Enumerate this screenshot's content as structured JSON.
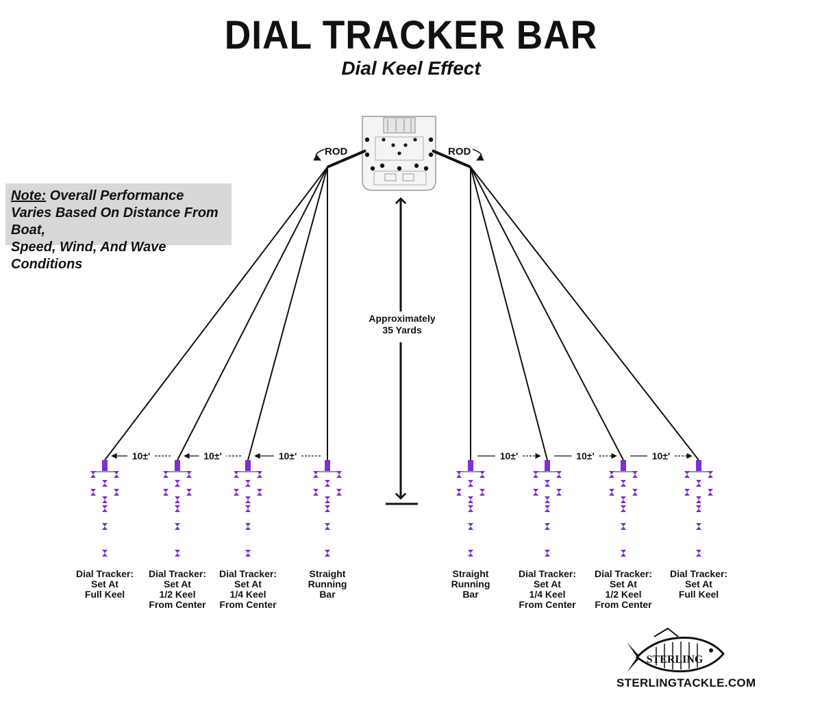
{
  "title": "DIAL TRACKER BAR",
  "subtitle": "Dial Keel Effect",
  "note": {
    "label": "Note:",
    "line1": "Overall Performance",
    "line2": "Varies Based On Distance From Boat,",
    "line3": "Speed, Wind, And Wave Conditions"
  },
  "rods": {
    "left_label": "ROD",
    "right_label": "ROD"
  },
  "distance_label": {
    "line1": "Approximately",
    "line2": "35 Yards"
  },
  "spacing_labels": [
    "10±'",
    "10±'",
    "10±'",
    "10±'",
    "10±'",
    "10±'"
  ],
  "bars": [
    {
      "side": "left",
      "lines": [
        "Dial Tracker:",
        "Set At",
        "Full Keel"
      ]
    },
    {
      "side": "left",
      "lines": [
        "Dial Tracker:",
        "Set At",
        "1/2 Keel",
        "From Center"
      ]
    },
    {
      "side": "left",
      "lines": [
        "Dial Tracker:",
        "Set At",
        "1/4 Keel",
        "From Center"
      ]
    },
    {
      "side": "left",
      "lines": [
        "Straight",
        "Running",
        "Bar"
      ]
    },
    {
      "side": "right",
      "lines": [
        "Straight",
        "Running",
        "Bar"
      ]
    },
    {
      "side": "right",
      "lines": [
        "Dial Tracker:",
        "Set At",
        "1/4 Keel",
        "From Center"
      ]
    },
    {
      "side": "right",
      "lines": [
        "Dial Tracker:",
        "Set At",
        "1/2 Keel",
        "From Center"
      ]
    },
    {
      "side": "right",
      "lines": [
        "Dial Tracker:",
        "Set At",
        "Full Keel"
      ]
    }
  ],
  "brand": {
    "logo_text": "STERLING",
    "site": "STERLINGTACKLE.COM"
  },
  "colors": {
    "lure_purple": "#7b2fd6",
    "line": "#111111",
    "note_bg": "#d8d8d8"
  }
}
